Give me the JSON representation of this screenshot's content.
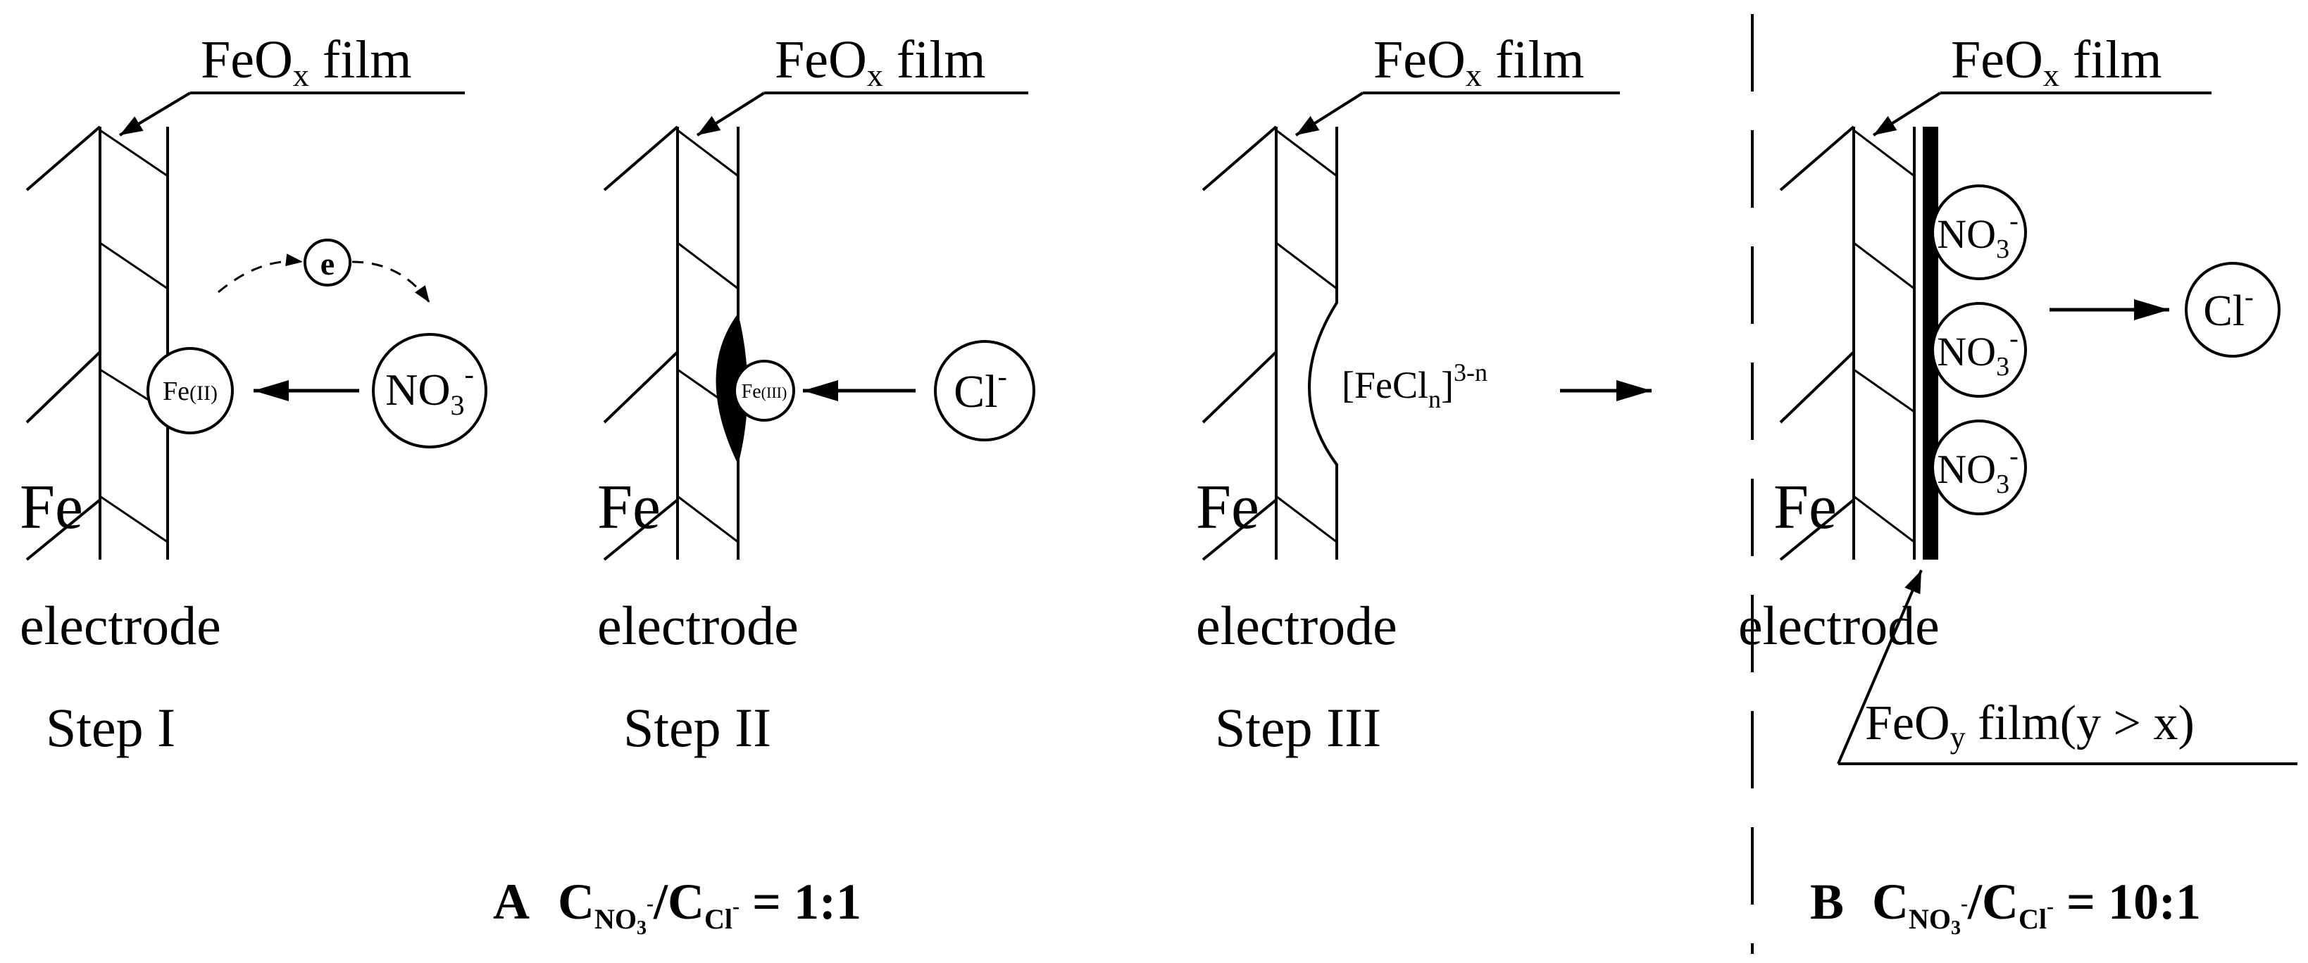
{
  "film_label": {
    "main": "FeO",
    "sub": "x",
    "suffix": " film"
  },
  "film_y_label": {
    "main": "FeO",
    "sub": "y",
    "suffix": " film(y > x)"
  },
  "metal_label": "Fe",
  "electrode_label": "electrode",
  "electron_label": "e",
  "steps": [
    {
      "label": "Step I",
      "ion_in": {
        "main": "NO",
        "sub": "3",
        "sup": "-"
      },
      "site": {
        "main": "Fe",
        "ox": "(II)"
      }
    },
    {
      "label": "Step II",
      "ion_in": {
        "main": "Cl",
        "sup": "-"
      },
      "site": {
        "main": "Fe",
        "ox": "(III)"
      }
    },
    {
      "label": "Step III",
      "complex": {
        "main": "[FeCl",
        "sub": "n",
        "close": "]",
        "sup": "3-n"
      }
    }
  ],
  "panel_b": {
    "adsorbed": [
      {
        "main": "NO",
        "sub": "3",
        "sup": "-"
      },
      {
        "main": "NO",
        "sub": "3",
        "sup": "-"
      },
      {
        "main": "NO",
        "sub": "3",
        "sup": "-"
      }
    ],
    "repelled": {
      "main": "Cl",
      "sup": "-"
    }
  },
  "captions": {
    "a": {
      "letter": "A",
      "c": "C",
      "num_sub": "NO",
      "num_subsub": "3",
      "num_sup": "-",
      "slash": "/C",
      "den_sub": "Cl",
      "den_sup": "-",
      "eq": " = ",
      "ratio": "1:1"
    },
    "b": {
      "letter": "B",
      "c": "C",
      "num_sub": "NO",
      "num_subsub": "3",
      "num_sup": "-",
      "slash": "/C",
      "den_sub": "Cl",
      "den_sup": "-",
      "eq": " = ",
      "ratio": "10:1"
    }
  }
}
